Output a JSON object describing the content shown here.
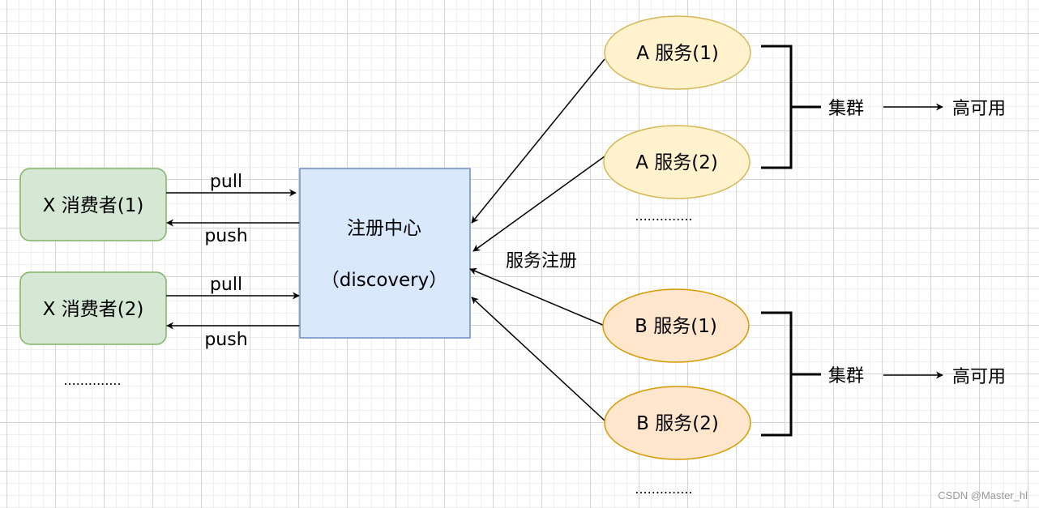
{
  "consumers": [
    {
      "label": "X 消费者(1)",
      "pull": "pull",
      "push": "push"
    },
    {
      "label": "X 消费者(2)",
      "pull": "pull",
      "push": "push"
    }
  ],
  "consumers_more": "..............",
  "registry": {
    "title": "注册中心",
    "subtitle": "（discovery）"
  },
  "register_label": "服务注册",
  "a_services": [
    "A 服务(1)",
    "A 服务(2)"
  ],
  "a_more": "..............",
  "b_services": [
    "B 服务(1)",
    "B 服务(2)"
  ],
  "b_more": "..............",
  "cluster_groups": [
    {
      "cluster": "集群",
      "result": "高可用"
    },
    {
      "cluster": "集群",
      "result": "高可用"
    }
  ],
  "colors": {
    "consumer_fill": "#d5e8d4",
    "consumer_stroke": "#82b366",
    "registry_fill": "#dae8fc",
    "registry_stroke": "#6c8ebf",
    "a_fill": "#fff2cc",
    "a_stroke": "#d6b656",
    "b_fill": "#ffe6cc",
    "b_stroke": "#d79b00"
  },
  "watermark": "CSDN @Master_hl"
}
